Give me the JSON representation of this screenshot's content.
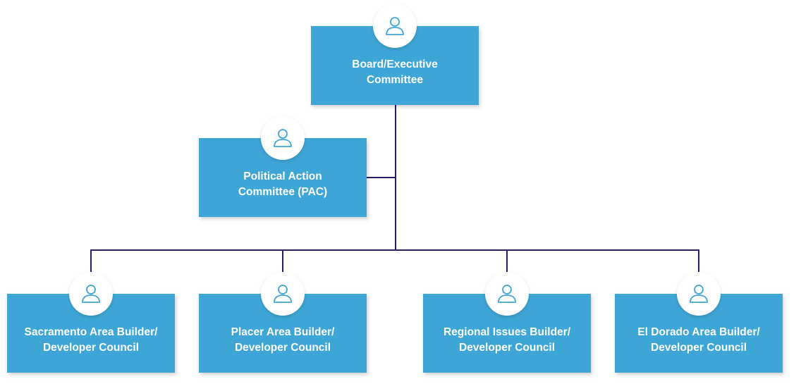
{
  "org_chart": {
    "top": {
      "line1": "Board/Executive",
      "line2": "Committee"
    },
    "pac": {
      "line1": "Political Action",
      "line2": "Committee (PAC)"
    },
    "councils": [
      {
        "line1": "Sacramento Area Builder/",
        "line2": "Developer Council"
      },
      {
        "line1": "Placer Area Builder/",
        "line2": "Developer Council"
      },
      {
        "line1": "Regional Issues Builder/",
        "line2": "Developer Council"
      },
      {
        "line1": "El Dorado Area Builder/",
        "line2": "Developer Council"
      }
    ],
    "icons": {
      "node": "person-icon"
    },
    "colors": {
      "box": "#3ea6d6",
      "connector": "#2b1e66",
      "icon_stroke": "#3ea6d6",
      "text": "#ffffff"
    }
  }
}
